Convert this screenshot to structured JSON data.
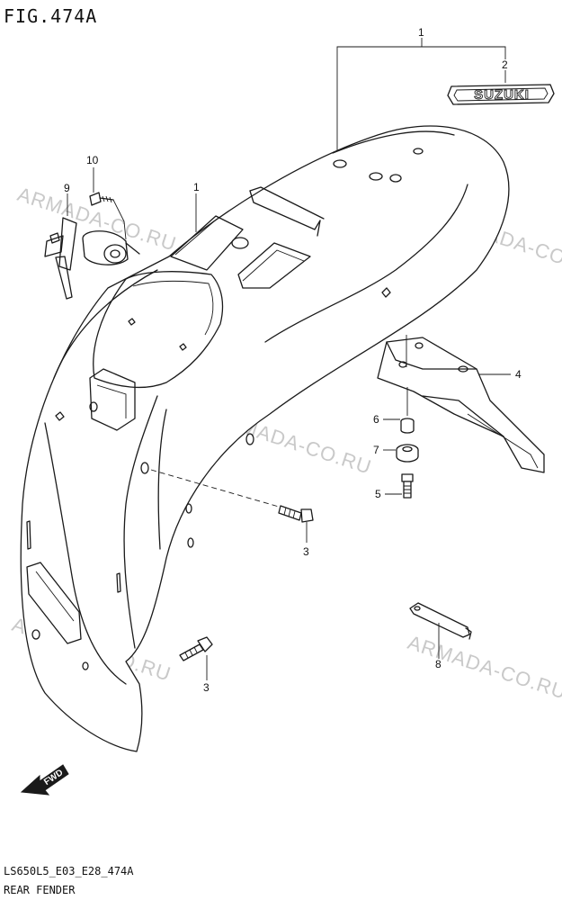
{
  "figure": {
    "title": "FIG.474A",
    "code": "LS650L5_E03_E28_474A",
    "name": "REAR FENDER"
  },
  "emblem": {
    "text": "SUZUKI"
  },
  "fwd_arrow": {
    "text": "FWD"
  },
  "watermarks": [
    "ARMADA-CO.RU",
    "ARMADA-CO.RU",
    "ARMADA-CO.RU",
    "ARMADA-CO.RU",
    "ARMADA-CO.RU"
  ],
  "callouts": {
    "c1_top": "1",
    "c1_side": "1",
    "c2": "2",
    "c3_upper": "3",
    "c3_lower": "3",
    "c4": "4",
    "c5": "5",
    "c6": "6",
    "c7": "7",
    "c8": "8",
    "c9": "9",
    "c10": "10"
  }
}
